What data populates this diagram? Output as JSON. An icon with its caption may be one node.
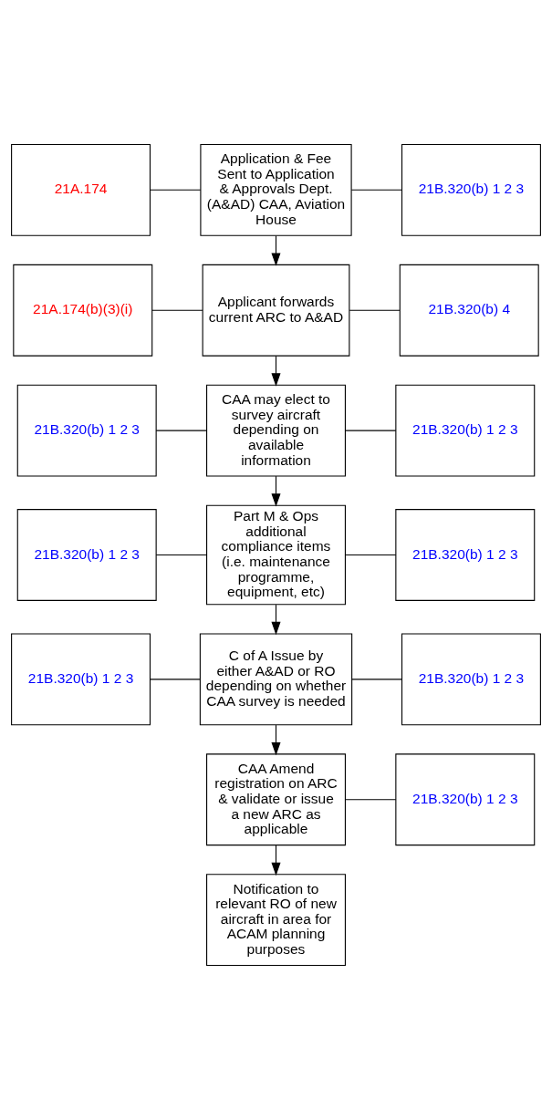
{
  "diagram": {
    "nodes": [
      {
        "text": [
          "21A.174"
        ]
      },
      {
        "text": [
          "Application & Fee Sent to Application & Approvals Dept. (A&AD) CAA, Aviation House"
        ]
      },
      {
        "text": [
          "21B.320(b) 1 2 3"
        ]
      },
      {
        "text": [
          "21A.174(b)(3)(i)"
        ]
      },
      {
        "text": [
          "Applicant forwards current ARC to A&AD"
        ]
      },
      {
        "text": [
          "21B.320(b) 4"
        ]
      },
      {
        "text": [
          "21B.320(b) 1 2 3"
        ]
      },
      {
        "text": [
          "CAA may elect to survey aircraft depending on available information"
        ]
      },
      {
        "text": [
          "21B.320(b) 1 2 3"
        ]
      },
      {
        "text": [
          "21B.320(b) 1 2 3"
        ]
      },
      {
        "text": [
          "Part M & Ops additional compliance items (i.e. maintenance programme, equipment, etc)"
        ]
      },
      {
        "text": [
          "21B.320(b) 1 2 3"
        ]
      },
      {
        "text": [
          "21B.320(b) 1 2 3"
        ]
      },
      {
        "text": [
          "C of A Issue by either A&AD or RO depending on whether CAA survey is needed"
        ]
      },
      {
        "text": [
          "21B.320(b) 1 2 3"
        ]
      },
      {
        "text": [
          "CAA Amend registration on ARC & validate or issue a new ARC as applicable"
        ]
      },
      {
        "text": [
          "21B.320(b) 1 2 3"
        ]
      },
      {
        "text": [
          "Notification to relevant RO of new aircraft in area for ACAM planning purposes"
        ]
      }
    ],
    "edges": [
      {
        "from": 0,
        "to": 1,
        "arrow": "none"
      },
      {
        "from": 1,
        "to": 2,
        "arrow": "none"
      },
      {
        "from": 1,
        "to": 4,
        "arrow": "to"
      },
      {
        "from": 3,
        "to": 4,
        "arrow": "none"
      },
      {
        "from": 4,
        "to": 5,
        "arrow": "none"
      },
      {
        "from": 4,
        "to": 7,
        "arrow": "to"
      },
      {
        "from": 6,
        "to": 7,
        "arrow": "none"
      },
      {
        "from": 7,
        "to": 8,
        "arrow": "none"
      },
      {
        "from": 7,
        "to": 10,
        "arrow": "to"
      },
      {
        "from": 9,
        "to": 10,
        "arrow": "none"
      },
      {
        "from": 10,
        "to": 11,
        "arrow": "none"
      },
      {
        "from": 10,
        "to": 13,
        "arrow": "to"
      },
      {
        "from": 12,
        "to": 13,
        "arrow": "none"
      },
      {
        "from": 13,
        "to": 14,
        "arrow": "none"
      },
      {
        "from": 13,
        "to": 15,
        "arrow": "to"
      },
      {
        "from": 15,
        "to": 16,
        "arrow": "none"
      },
      {
        "from": 15,
        "to": 17,
        "arrow": "to"
      }
    ]
  }
}
